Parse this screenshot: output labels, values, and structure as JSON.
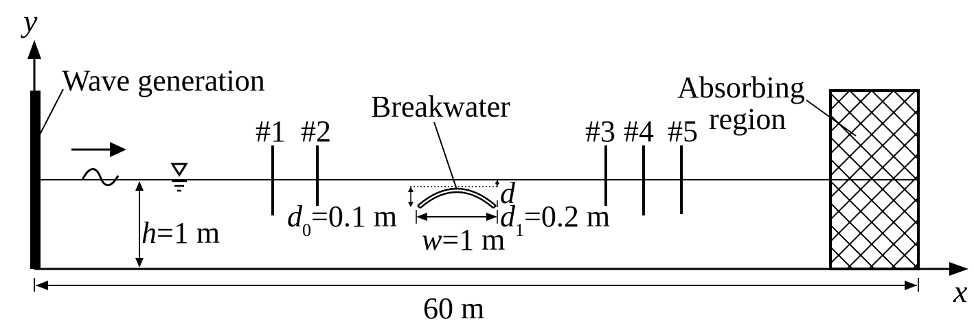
{
  "axes": {
    "y_label": "y",
    "x_label": "x"
  },
  "labels": {
    "wave_generation": "Wave generation",
    "breakwater": "Breakwater",
    "absorbing_line1": "Absorbing",
    "absorbing_line2": "region",
    "gauges": [
      "#1",
      "#2",
      "#3",
      "#4",
      "#5"
    ]
  },
  "dimensions": {
    "depth": {
      "symbol": "h",
      "value": "=1 m"
    },
    "d0": {
      "symbol": "d",
      "subscript": "0",
      "value": "=0.1 m"
    },
    "d1": {
      "symbol": "d",
      "subscript": "1",
      "value": "=0.2 m"
    },
    "width": {
      "symbol": "w",
      "value": "=1 m"
    },
    "submergence": {
      "symbol": "d"
    },
    "length": "60 m"
  },
  "colors": {
    "ink": "#000000",
    "background": "#ffffff"
  }
}
